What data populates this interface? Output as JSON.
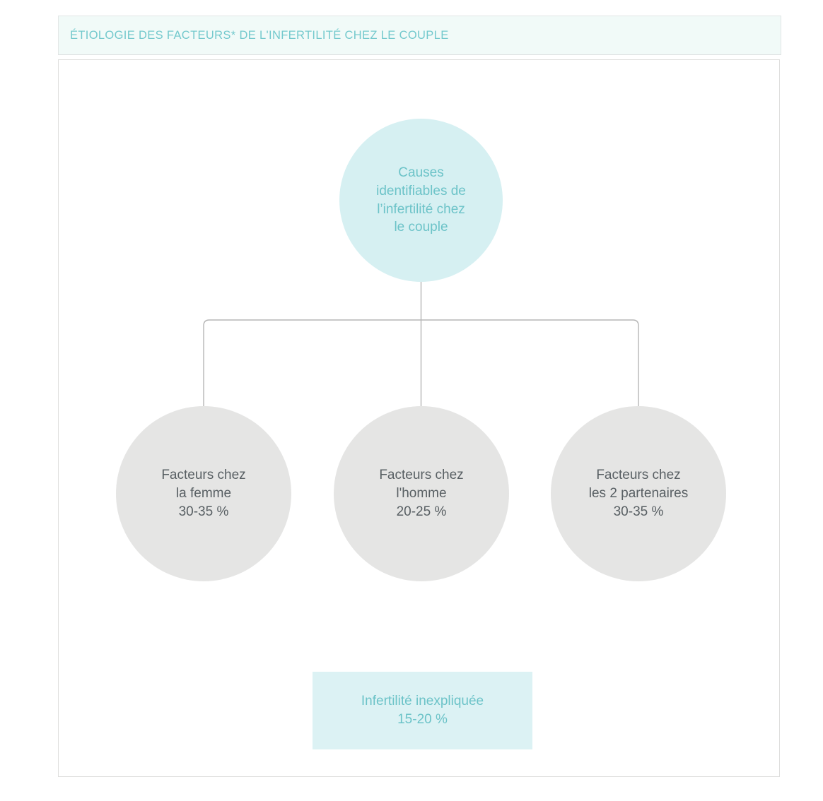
{
  "header": {
    "title": "ÉTIOLOGIE DES FACTEURS* DE L'INFERTILITÉ CHEZ LE COUPLE"
  },
  "colors": {
    "header_background": "#f1faf8",
    "header_text": "#74c9cd",
    "root_node_background": "#d6f0f2",
    "root_node_text": "#6cc3c8",
    "branch_node_background": "#e5e5e4",
    "branch_node_text": "#585f63",
    "box_node_background": "#dcf2f4",
    "box_node_text": "#6cc3c8",
    "connector_line": "#b6b6b6",
    "panel_border": "#dededd",
    "page_background": "#ffffff"
  },
  "diagram": {
    "type": "tree",
    "root": {
      "label": "Causes\nidentifiables de\nl’infertilité chez\nle couple"
    },
    "branches": [
      {
        "label": "Facteurs chez\nla femme\n30-35 %",
        "name": "Facteurs chez la femme",
        "value": "30-35 %"
      },
      {
        "label": "Facteurs chez\nl'homme\n20-25 %",
        "name": "Facteurs chez l'homme",
        "value": "20-25 %"
      },
      {
        "label": "Facteurs chez\nles 2 partenaires\n30-35 %",
        "name": "Facteurs chez les 2 partenaires",
        "value": "30-35 %"
      }
    ],
    "standalone": {
      "label": "Infertilité inexpliquée\n15-20 %",
      "name": "Infertilité inexpliquée",
      "value": "15-20 %"
    }
  }
}
